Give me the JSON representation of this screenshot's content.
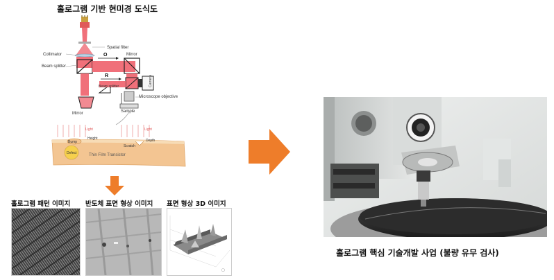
{
  "diagram": {
    "title": "홀로그램 기반 현미경 도식도",
    "labels": {
      "spatial_filter": "Spatial filter",
      "collimator": "Collimator",
      "beam_splitter": "Beam splitter",
      "mirror_top": "Mirror",
      "mirror_bottom": "Mirror",
      "o": "O",
      "r": "R",
      "beam_splitter_small": "Beam splitter",
      "camera": "Camera",
      "microscope_objective": "Microscope objective",
      "sample": "Sample"
    },
    "cross_section": {
      "light_left": "Light",
      "light_right": "Light",
      "height": "Height",
      "depth": "Depth",
      "scratch": "Scratch",
      "defect": "Defect",
      "layer": "Thin Film Transistor",
      "small_label": "Bump"
    }
  },
  "results": [
    {
      "label": "홀로그램 패턴 이미지"
    },
    {
      "label": "반도체 표면 형상 이미지"
    },
    {
      "label": "표면 형상 3D 이미지"
    }
  ],
  "photo": {
    "caption": "홀로그램 핵심 기술개발 사업 (불량 유무 검사)"
  },
  "colors": {
    "arrow": "#ee7d2a",
    "beam": "#f0707a",
    "substrate": "#f3c592"
  }
}
